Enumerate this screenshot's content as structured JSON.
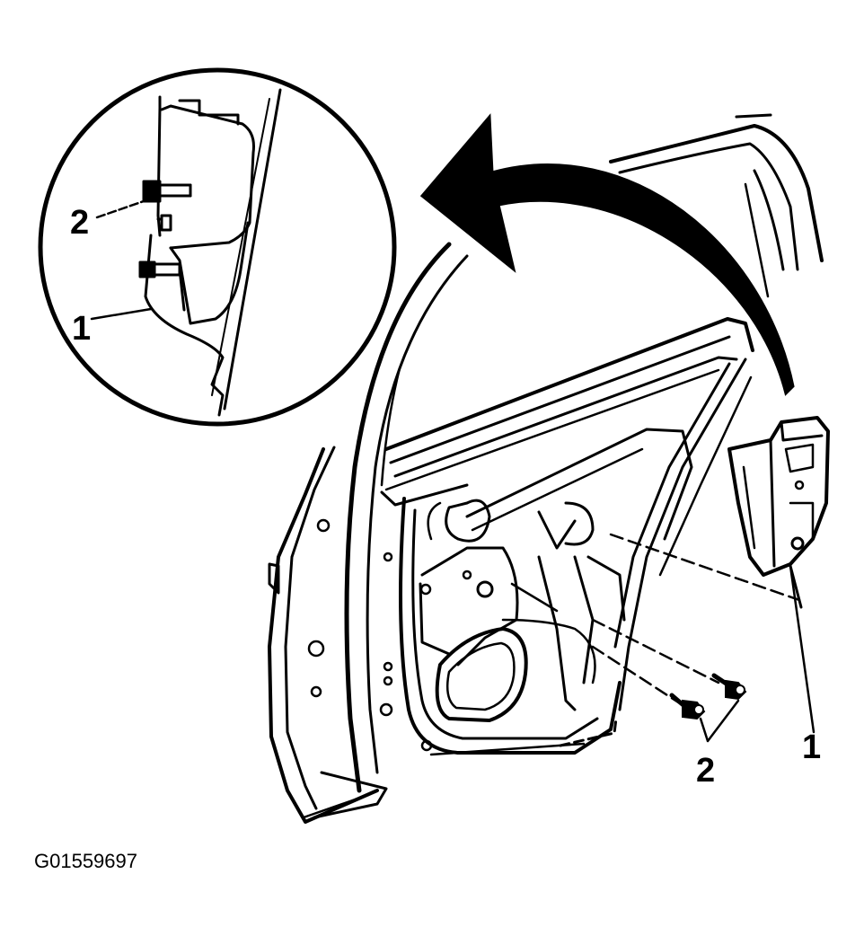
{
  "figure_id": "G01559697",
  "callouts": {
    "detail_bolt": "2",
    "detail_module": "1",
    "main_module": "1",
    "main_bolts": "2"
  }
}
